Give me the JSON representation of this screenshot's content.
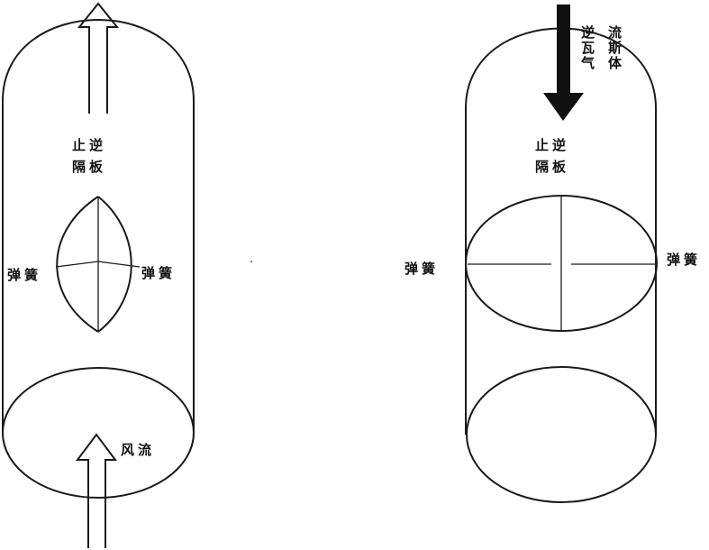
{
  "left": {
    "valve_label_line1": "止逆",
    "valve_label_line2": "隔板",
    "spring_left": "弹簧",
    "spring_right": "弹簧",
    "airflow_label": "风流"
  },
  "right": {
    "valve_label_line1": "止逆",
    "valve_label_line2": "隔板",
    "spring_left": "弹簧",
    "spring_right": "弹簧",
    "gas_label_col1": "逆瓦气",
    "gas_label_col2": "流斯体"
  }
}
